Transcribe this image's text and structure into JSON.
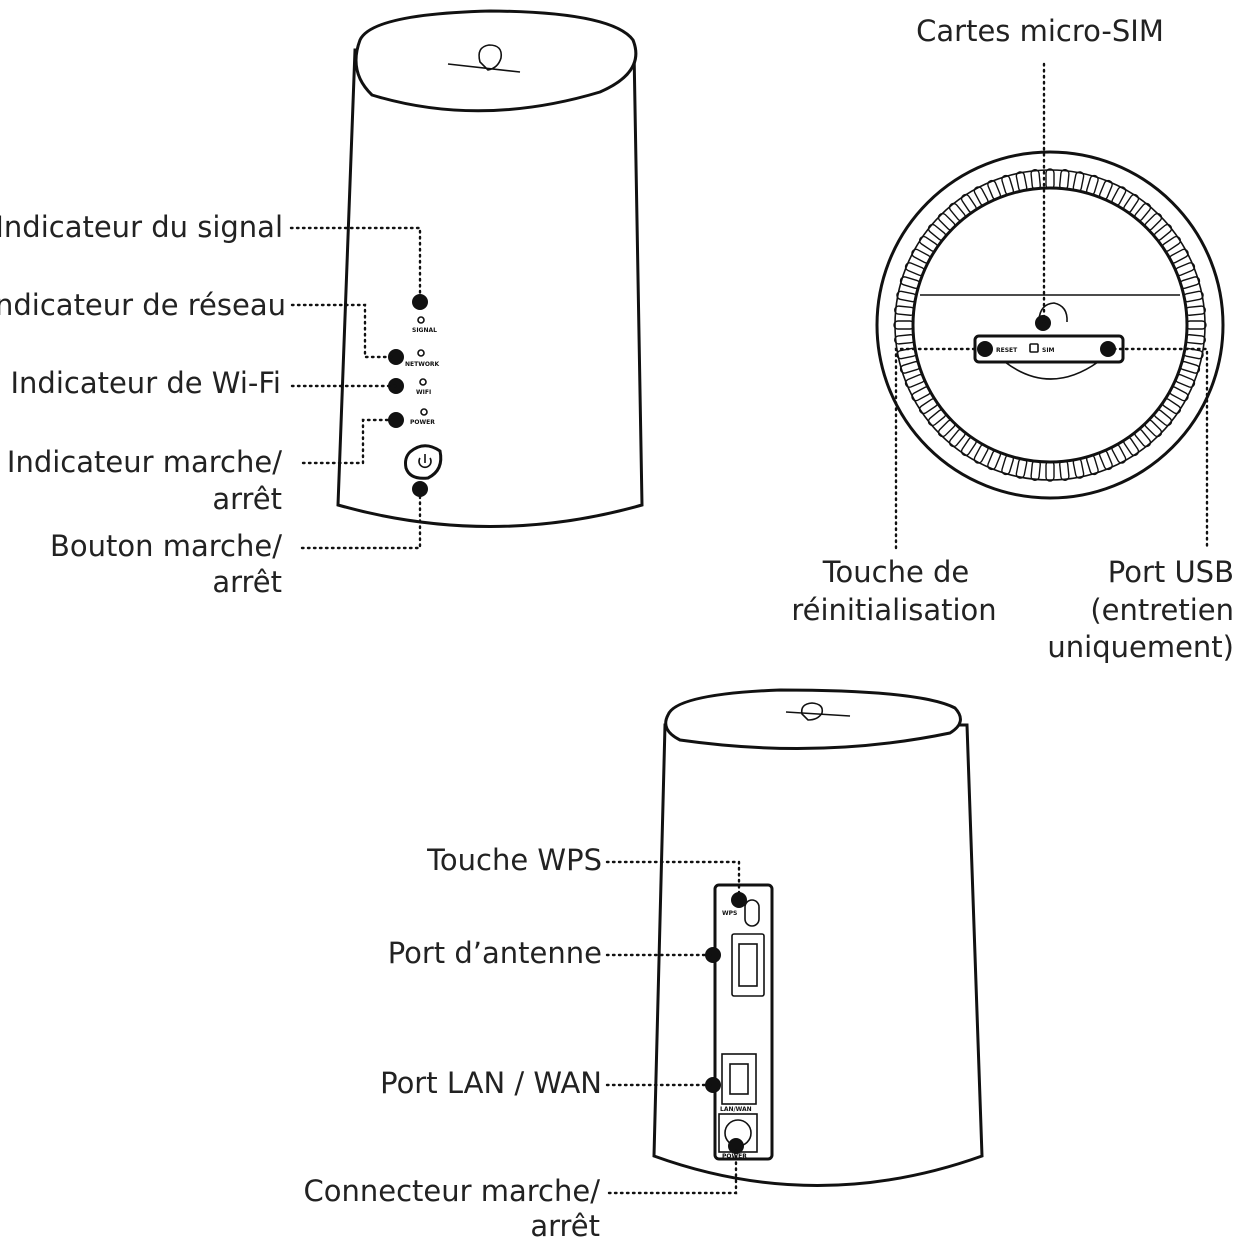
{
  "front_view": {
    "labels": {
      "signal": "Indicateur du signal",
      "network": "Indicateur de réseau",
      "wifi": "Indicateur de Wi-Fi",
      "power_indicator_line1": "Indicateur marche/",
      "power_indicator_line2": "arrêt",
      "power_button_line1": "Bouton marche/",
      "power_button_line2": "arrêt"
    },
    "device_markings": {
      "signal": "SIGNAL",
      "network": "NETWORK",
      "wifi": "WIFI",
      "power": "POWER"
    }
  },
  "bottom_view": {
    "labels": {
      "sim": "Cartes micro-SIM",
      "reset_line1": "Touche de",
      "reset_line2": "réinitialisation",
      "usb_line1": "Port USB",
      "usb_line2": "(entretien",
      "usb_line3": "uniquement)"
    },
    "device_markings": {
      "reset": "RESET",
      "sim": "SIM"
    }
  },
  "back_view": {
    "labels": {
      "wps": "Touche WPS",
      "antenna": "Port d’antenne",
      "lan_wan": "Port LAN / WAN",
      "power_connector_line1": "Connecteur marche/",
      "power_connector_line2": "arrêt"
    },
    "device_markings": {
      "wps": "WPS",
      "lan_wan": "LAN/WAN",
      "power": "POWER"
    }
  }
}
